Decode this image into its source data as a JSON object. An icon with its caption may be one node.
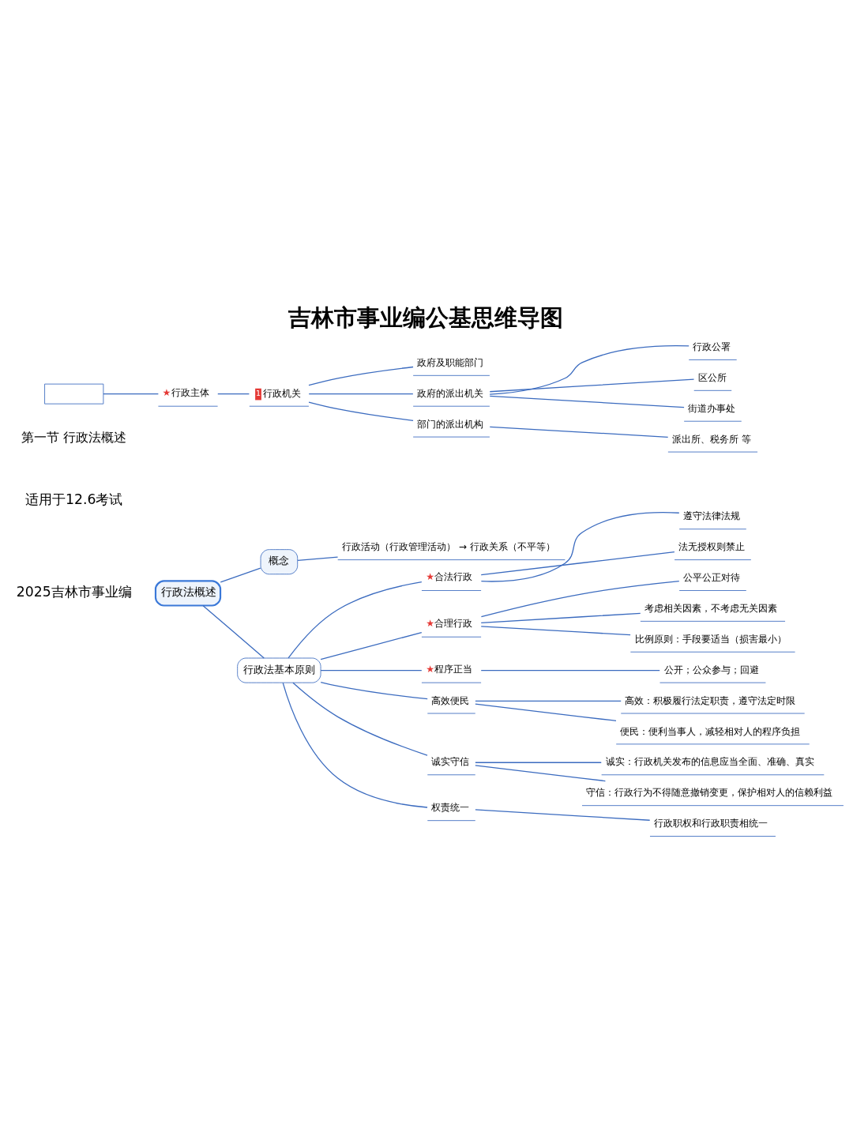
{
  "diagram": {
    "title": "吉林市事业编公基思维导图",
    "nodes": [
      {
        "text": [
          "行政法概述"
        ]
      },
      {
        "text": [
          "概念"
        ]
      },
      {
        "text": [
          "行政活动（行政管理活动） → 行政关系（不平等）"
        ]
      },
      {
        "text": [
          "行政法基本原则"
        ]
      },
      {
        "text": [
          "★",
          "合法行政"
        ]
      },
      {
        "text": [
          "遵守法律法规"
        ]
      },
      {
        "text": [
          "法无授权则禁止"
        ]
      },
      {
        "text": [
          "★",
          "合理行政"
        ]
      },
      {
        "text": [
          "公平公正对待"
        ]
      },
      {
        "text": [
          "考虑相关因素，不考虑无关因素"
        ]
      },
      {
        "text": [
          "比例原则：手段要适当（损害最小）"
        ]
      },
      {
        "text": [
          "★",
          "程序正当"
        ]
      },
      {
        "text": [
          "公开；公众参与；回避"
        ]
      },
      {
        "text": [
          "高效便民"
        ]
      },
      {
        "text": [
          "高效：积极履行法定职责，遵守法定时限"
        ]
      },
      {
        "text": [
          "便民：便利当事人，减轻相对人的程序负担"
        ]
      },
      {
        "text": [
          "诚实守信"
        ]
      },
      {
        "text": [
          "诚实：行政机关发布的信息应当全面、准确、真实"
        ]
      },
      {
        "text": [
          "守信：行政行为不得随意撤销变更，保护相对人的信赖利益"
        ]
      },
      {
        "text": [
          "权责统一"
        ]
      },
      {
        "text": [
          "行政职权和行政职责相统一"
        ]
      },
      {
        "text": [],
        "shape": "box"
      },
      {
        "text": [
          "★",
          "行政主体"
        ]
      },
      {
        "text": [
          "1",
          "行政机关"
        ]
      },
      {
        "text": [
          "政府及职能部门"
        ]
      },
      {
        "text": [
          "政府的派出机关"
        ]
      },
      {
        "text": [
          "行政公署"
        ]
      },
      {
        "text": [
          "区公所"
        ]
      },
      {
        "text": [
          "街道办事处"
        ]
      },
      {
        "text": [
          "部门的派出机构"
        ]
      },
      {
        "text": [
          "派出所、税务所 等"
        ]
      }
    ],
    "edges": [
      {
        "from": 0,
        "to": 1,
        "arrow": "none"
      },
      {
        "from": 1,
        "to": 2,
        "arrow": "none"
      },
      {
        "from": 0,
        "to": 3,
        "arrow": "none"
      },
      {
        "from": 3,
        "to": 4,
        "arrow": "none"
      },
      {
        "from": 4,
        "to": 5,
        "arrow": "none"
      },
      {
        "from": 4,
        "to": 6,
        "arrow": "none"
      },
      {
        "from": 3,
        "to": 7,
        "arrow": "none"
      },
      {
        "from": 7,
        "to": 8,
        "arrow": "none"
      },
      {
        "from": 7,
        "to": 9,
        "arrow": "none"
      },
      {
        "from": 7,
        "to": 10,
        "arrow": "none"
      },
      {
        "from": 3,
        "to": 11,
        "arrow": "none"
      },
      {
        "from": 11,
        "to": 12,
        "arrow": "none"
      },
      {
        "from": 3,
        "to": 13,
        "arrow": "none"
      },
      {
        "from": 13,
        "to": 14,
        "arrow": "none"
      },
      {
        "from": 13,
        "to": 15,
        "arrow": "none"
      },
      {
        "from": 3,
        "to": 16,
        "arrow": "none"
      },
      {
        "from": 16,
        "to": 17,
        "arrow": "none"
      },
      {
        "from": 16,
        "to": 18,
        "arrow": "none"
      },
      {
        "from": 3,
        "to": 19,
        "arrow": "none"
      },
      {
        "from": 19,
        "to": 20,
        "arrow": "none"
      },
      {
        "from": 21,
        "to": 22,
        "arrow": "none"
      },
      {
        "from": 22,
        "to": 23,
        "arrow": "none"
      },
      {
        "from": 23,
        "to": 24,
        "arrow": "none"
      },
      {
        "from": 23,
        "to": 25,
        "arrow": "none"
      },
      {
        "from": 25,
        "to": 26,
        "arrow": "none"
      },
      {
        "from": 25,
        "to": 27,
        "arrow": "none"
      },
      {
        "from": 25,
        "to": 28,
        "arrow": "none"
      },
      {
        "from": 23,
        "to": 29,
        "arrow": "none"
      },
      {
        "from": 29,
        "to": 30,
        "arrow": "none"
      }
    ],
    "labels": [
      "2025吉林市事业编",
      "适用于12.6考试",
      "第一节 行政法概述"
    ]
  }
}
